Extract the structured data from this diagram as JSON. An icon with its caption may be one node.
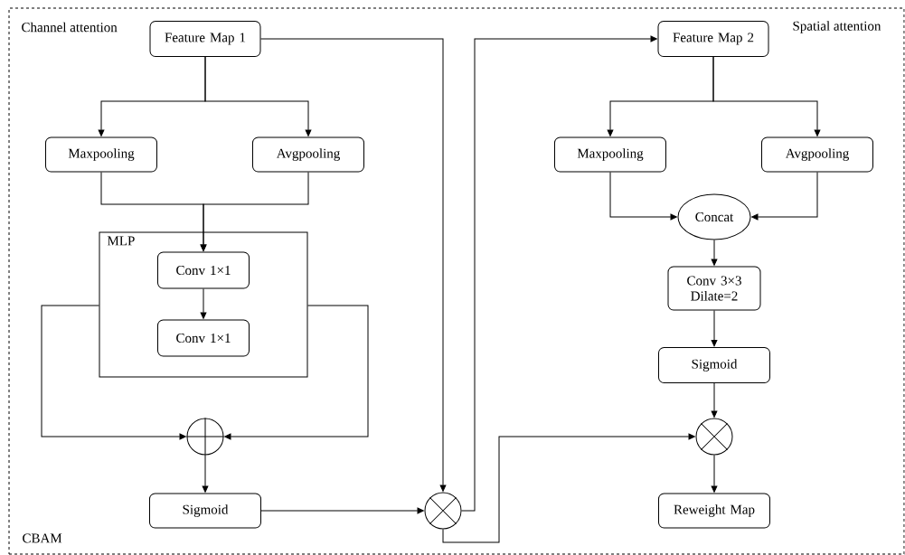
{
  "diagram": {
    "nodes": [
      {
        "text": [
          "CBAM"
        ]
      },
      {
        "text": [
          "Feature Map 1"
        ],
        "in": 0
      },
      {
        "text": [
          "Maxpooling"
        ],
        "in": 0
      },
      {
        "text": [
          "Avgpooling"
        ],
        "in": 0
      },
      {
        "text": [
          "MLP"
        ],
        "in": 0
      },
      {
        "text": [
          "Conv 1×1"
        ],
        "in": 4
      },
      {
        "text": [
          "Conv 1×1"
        ],
        "in": 4
      },
      {
        "text": [],
        "shape": "circle",
        "in": 0
      },
      {
        "text": [
          "Sigmoid"
        ],
        "in": 0
      },
      {
        "text": [],
        "shape": "circle",
        "in": 0
      },
      {
        "text": [
          "Feature Map 2"
        ],
        "in": 0
      },
      {
        "text": [
          "Maxpooling"
        ],
        "in": 0
      },
      {
        "text": [
          "Avgpooling"
        ],
        "in": 0
      },
      {
        "text": [
          "Concat"
        ],
        "in": 0
      },
      {
        "text": [
          "Conv 3×3 Dilate=2"
        ],
        "in": 0
      },
      {
        "text": [
          "Sigmoid"
        ],
        "in": 0
      },
      {
        "text": [],
        "shape": "circle",
        "in": 0
      },
      {
        "text": [
          "Reweight Map"
        ],
        "in": 0
      }
    ],
    "edges": [
      {
        "from": 1,
        "to": 2,
        "arrow": "to"
      },
      {
        "from": 1,
        "to": 3,
        "arrow": "to"
      },
      {
        "from": 2,
        "to": 5,
        "arrow": "to"
      },
      {
        "from": 3,
        "to": 5,
        "arrow": "to"
      },
      {
        "from": 5,
        "to": 6,
        "arrow": "to"
      },
      {
        "from": 4,
        "to": 7,
        "arrow": "to"
      },
      {
        "from": 4,
        "to": 7,
        "arrow": "to"
      },
      {
        "from": 7,
        "to": 8,
        "arrow": "to"
      },
      {
        "from": 8,
        "to": 9,
        "arrow": "to"
      },
      {
        "from": 1,
        "to": 9,
        "arrow": "to"
      },
      {
        "from": 9,
        "to": 10,
        "arrow": "to"
      },
      {
        "from": 9,
        "to": 16,
        "arrow": "to"
      },
      {
        "from": 10,
        "to": 11,
        "arrow": "to"
      },
      {
        "from": 10,
        "to": 12,
        "arrow": "to"
      },
      {
        "from": 11,
        "to": 13,
        "arrow": "to"
      },
      {
        "from": 12,
        "to": 13,
        "arrow": "to"
      },
      {
        "from": 13,
        "to": 14,
        "arrow": "to"
      },
      {
        "from": 14,
        "to": 15,
        "arrow": "to"
      },
      {
        "from": 15,
        "to": 16,
        "arrow": "to"
      },
      {
        "from": 16,
        "to": 17,
        "arrow": "to"
      }
    ],
    "labels": [
      "Channel attention",
      "Spatial attention"
    ]
  }
}
